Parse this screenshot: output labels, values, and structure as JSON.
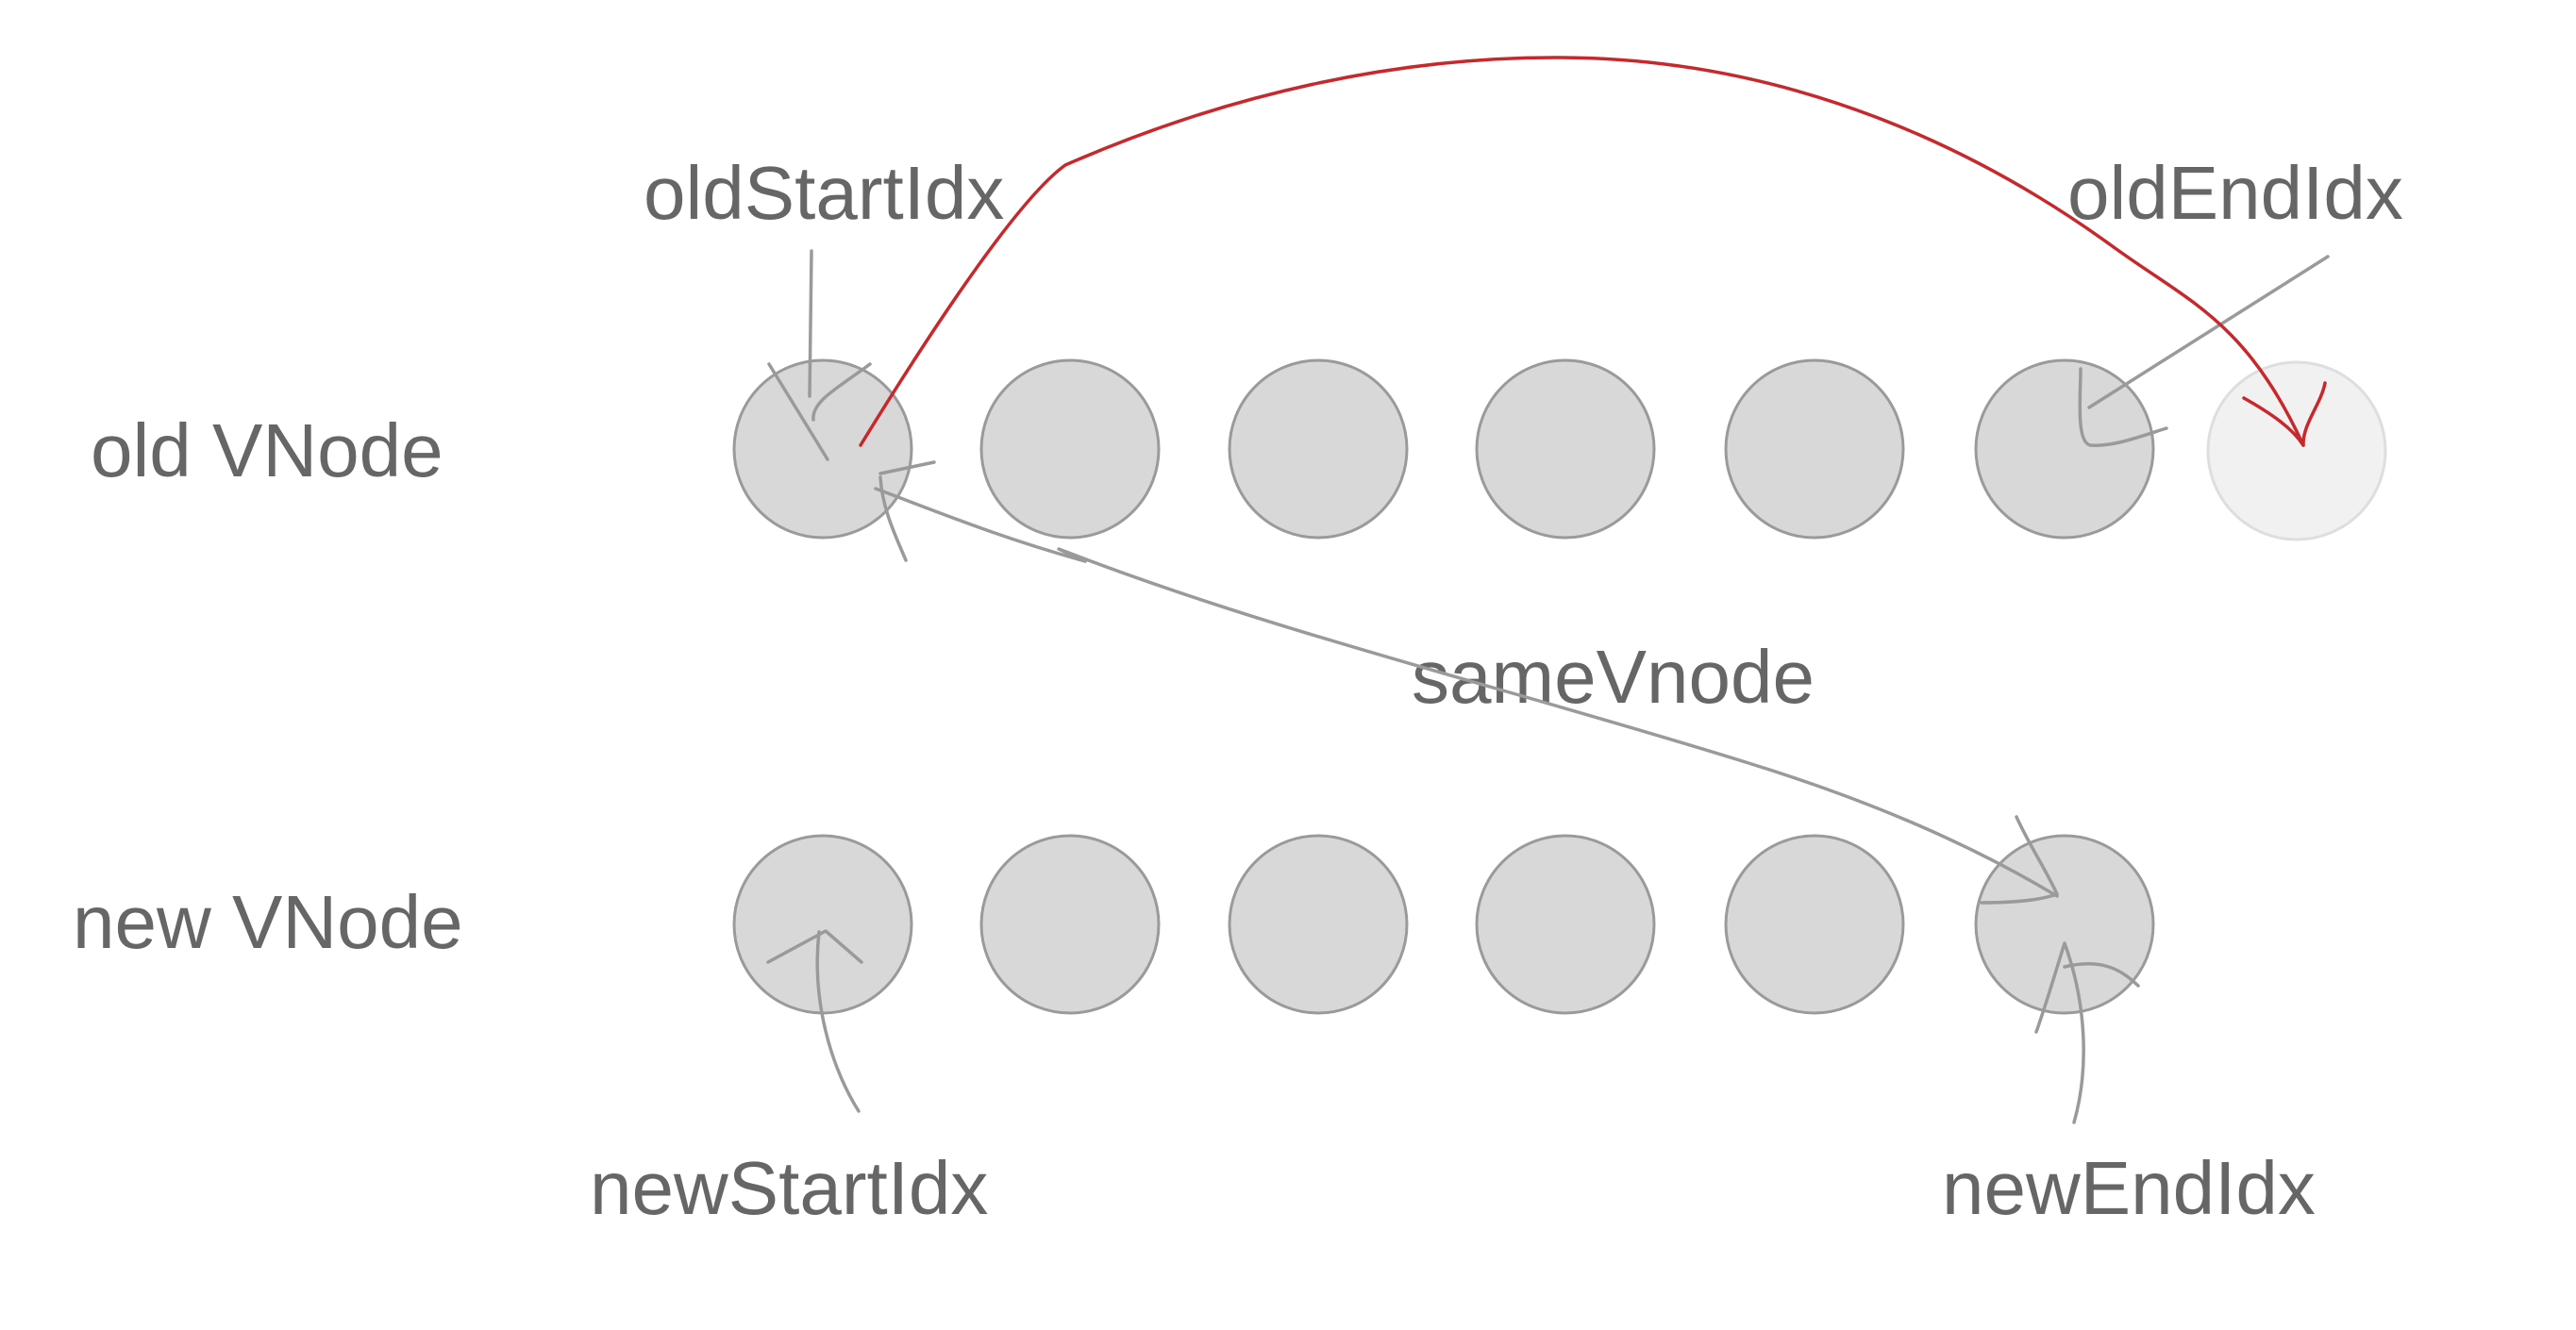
{
  "rows": {
    "old_label": "old VNode",
    "new_label": "new VNode"
  },
  "pointers": {
    "old_start": "oldStartIdx",
    "old_end": "oldEndIdx",
    "new_start": "newStartIdx",
    "new_end": "newEndIdx"
  },
  "comparison": "sameVnode",
  "colors": {
    "node_fill": "#d8d8d8",
    "node_stroke": "#9a9a9a",
    "text": "#666666",
    "move_arrow": "#c8282c"
  }
}
